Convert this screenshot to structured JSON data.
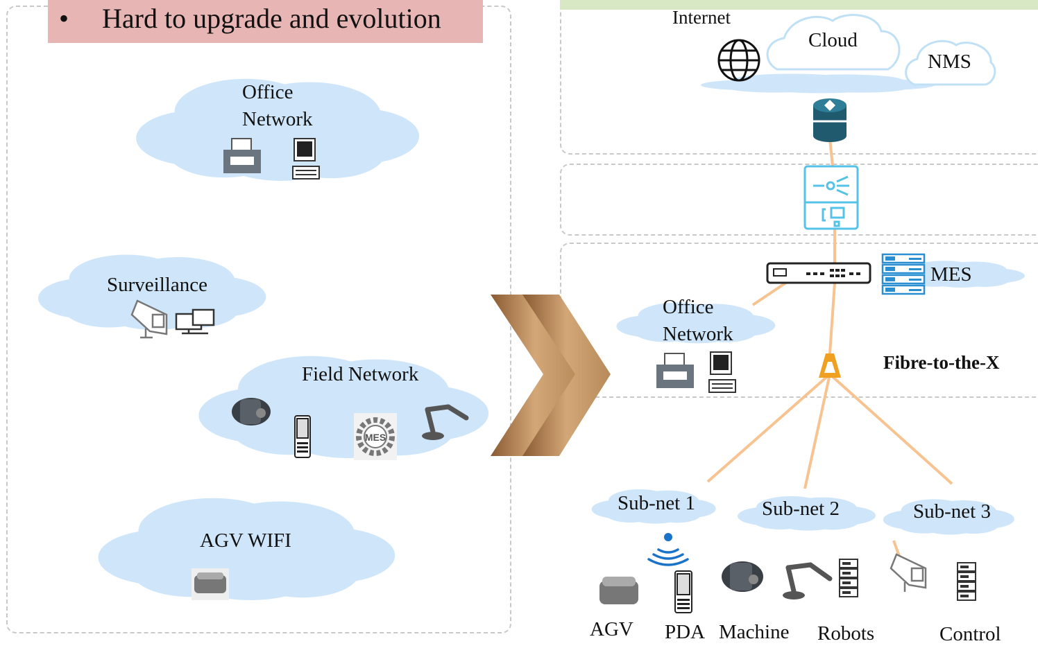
{
  "left_panel": {
    "banner": "Hard to upgrade and evolution",
    "clouds": {
      "office_line1": "Office",
      "office_line2": "Network",
      "surveillance": "Surveillance",
      "field": "Field Network",
      "agv": "AGV WIFI"
    },
    "mes_badge": "MES"
  },
  "right_panel": {
    "internet": "Internet",
    "cloud": "Cloud",
    "nms": "NMS",
    "mes": "MES",
    "office_line1": "Office",
    "office_line2": "Network",
    "fttx": "Fibre-to-the-X",
    "subnets": [
      "Sub-net 1",
      "Sub-net 2",
      "Sub-net 3"
    ],
    "devices": [
      "AGV",
      "PDA",
      "Machine",
      "Robots",
      "Control"
    ]
  },
  "colors": {
    "cloud_fill": "#cfe6fa",
    "banner_bg": "#e6b5b4",
    "top_bar": "#d8e8c4",
    "link_line": "#f6c391",
    "arrow_brown": "#b88a5a",
    "splitter_orange": "#f0a020",
    "icon_cyan": "#55c3e8"
  }
}
